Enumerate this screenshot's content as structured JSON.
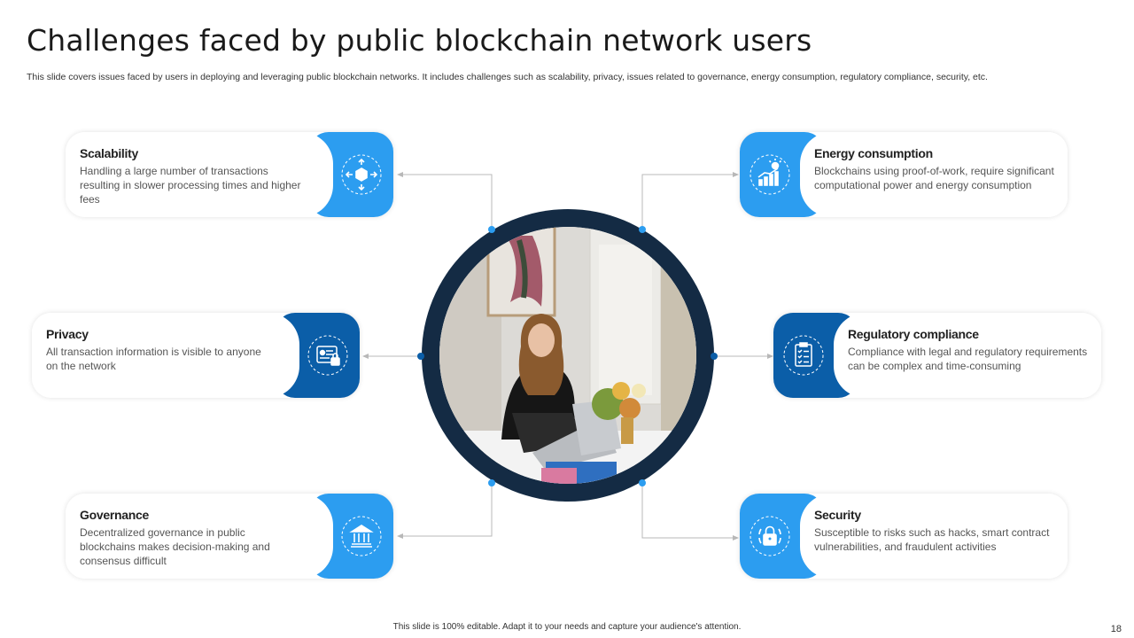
{
  "title": "Challenges faced by public blockchain network users",
  "subtitle": "This slide covers issues faced by users in deploying and leveraging public blockchain networks. It includes challenges such as scalability, privacy,  issues related to governance, energy consumption, regulatory compliance, security, etc.",
  "colors": {
    "light_blue": "#2c9df0",
    "dark_blue": "#0b5ea8",
    "ring": "#142b44"
  },
  "cards": {
    "scalability": {
      "title": "Scalability",
      "desc": "Handling a large number of transactions resulting in slower processing times and higher fees",
      "icon": "cube-arrows-icon"
    },
    "privacy": {
      "title": "Privacy",
      "desc": "All transaction information is visible to anyone on the network",
      "icon": "id-card-lock-icon"
    },
    "governance": {
      "title": "Governance",
      "desc": "Decentralized governance  in public blockchains makes decision-making and consensus difficult",
      "icon": "government-building-icon"
    },
    "energy": {
      "title": "Energy consumption",
      "desc": "Blockchains using proof-of-work,  require significant computational power and energy consumption",
      "icon": "lightbulb-growth-icon"
    },
    "regulatory": {
      "title": "Regulatory compliance",
      "desc": "Compliance with legal and regulatory requirements  can be complex and time-consuming",
      "icon": "checklist-icon"
    },
    "security": {
      "title": "Security",
      "desc": "Susceptible to risks such as hacks, smart contract vulnerabilities,  and fraudulent  activities",
      "icon": "padlock-icon"
    }
  },
  "footer": "This slide is 100% editable.  Adapt it to your needs and capture your audience's attention.",
  "page_number": "18"
}
